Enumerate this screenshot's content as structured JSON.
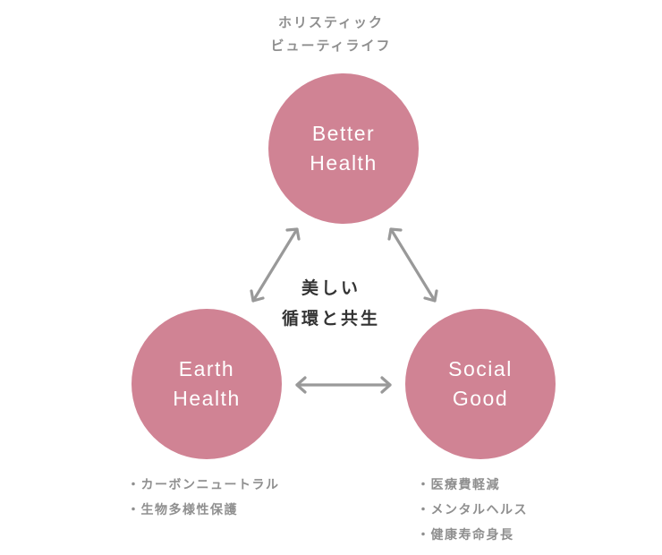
{
  "top_caption": [
    "ホリスティック",
    "ビューティライフ"
  ],
  "nodes": {
    "better_health": [
      "Better",
      "Health"
    ],
    "earth_health": [
      "Earth",
      "Health"
    ],
    "social_good": [
      "Social",
      "Good"
    ]
  },
  "center_label": [
    "美しい",
    "循環と共生"
  ],
  "earth_items": [
    "カーボンニュートラル",
    "生物多様性保護"
  ],
  "social_items": [
    "医療費軽減",
    "メンタルヘルス",
    "健康寿命身長"
  ],
  "colors": {
    "circle": "#d08394",
    "arrow": "#999999",
    "caption_text": "#8f8f8f",
    "center_text": "#333333"
  }
}
